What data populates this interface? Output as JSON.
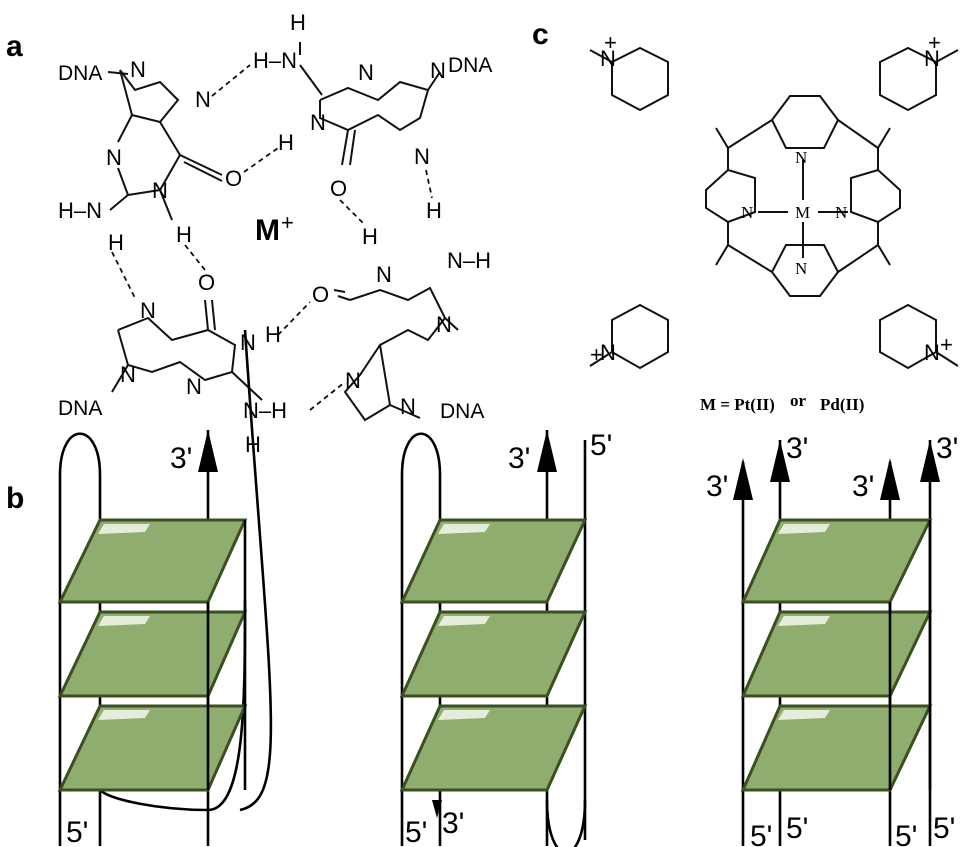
{
  "panels": {
    "a": "a",
    "b": "b",
    "c": "c"
  },
  "panel_a": {
    "dna": "DNA",
    "n": "N",
    "o": "O",
    "h": "H",
    "nh": "N–H",
    "hn": "H–N",
    "metal_ion": "M",
    "metal_charge": "+"
  },
  "panel_b": {
    "topologies": [
      {
        "top_label": "3'",
        "bottom_labels": [
          "5'"
        ]
      },
      {
        "top_labels": [
          "3'",
          "5'"
        ],
        "bottom_labels": [
          "5'",
          "3'"
        ]
      },
      {
        "top_labels": [
          "3'",
          "3'",
          "3'",
          "3'"
        ],
        "bottom_labels": [
          "5'",
          "5'",
          "5'",
          "5'"
        ]
      }
    ],
    "tetrad_color": "#8fad6e",
    "tetrad_edge_color": "#3b4f22"
  },
  "panel_c": {
    "n": "N",
    "metal": "M",
    "plus": "+",
    "caption_left": "M = Pt(II)",
    "caption_or": "or",
    "caption_right": "Pd(II)"
  }
}
